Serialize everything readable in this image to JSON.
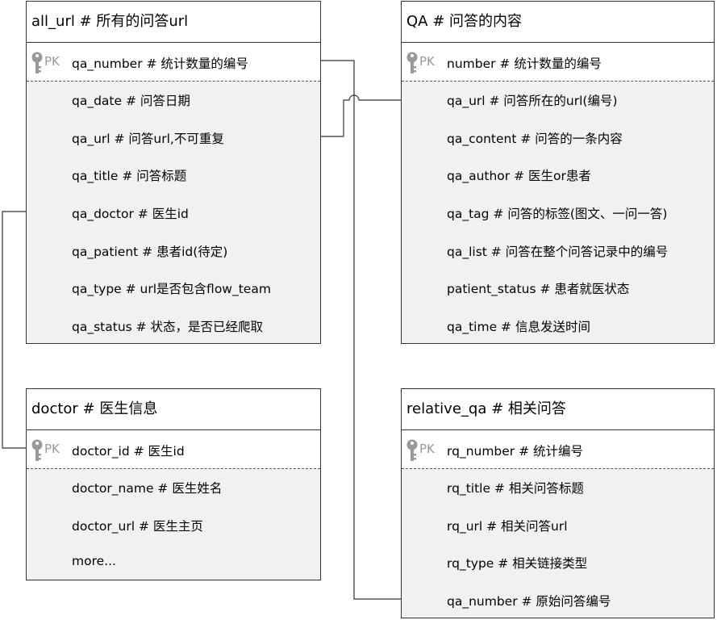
{
  "tables": {
    "all_url": {
      "title": "all_url # 所有的问答url",
      "pk_badge": "PK",
      "pk_field": "qa_number # 统计数量的编号",
      "fields": [
        "qa_date # 问答日期",
        "qa_url # 问答url,不可重复",
        "qa_title # 问答标题",
        "qa_doctor # 医生id",
        "qa_patient # 患者id(待定)",
        "qa_type # url是否包含flow_team",
        "qa_status # 状态，是否已经爬取"
      ]
    },
    "qa": {
      "title": "QA # 问答的内容",
      "pk_badge": "PK",
      "pk_field": "number # 统计数量的编号",
      "fields": [
        "qa_url # 问答所在的url(编号)",
        "qa_content # 问答的一条内容",
        "qa_author # 医生or患者",
        "qa_tag # 问答的标签(图文、一问一答)",
        "qa_list # 问答在整个问答记录中的编号",
        "patient_status # 患者就医状态",
        "qa_time # 信息发送时间"
      ]
    },
    "doctor": {
      "title": "doctor # 医生信息",
      "pk_badge": "PK",
      "pk_field": "doctor_id # 医生id",
      "fields": [
        "doctor_name # 医生姓名",
        "doctor_url # 医生主页",
        "more..."
      ]
    },
    "relative_qa": {
      "title": "relative_qa # 相关问答",
      "pk_badge": "PK",
      "pk_field": "rq_number # 统计编号",
      "fields": [
        "rq_title # 相关问答标题",
        "rq_url # 相关问答url",
        "rq_type # 相关链接类型",
        "qa_number # 原始问答编号"
      ]
    }
  },
  "colors": {
    "border": "#333333",
    "body_fill": "#f1f1f1",
    "header_fill": "#ffffff",
    "key_icon": "#999999"
  }
}
